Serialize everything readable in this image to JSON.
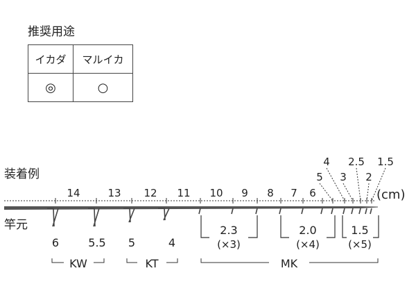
{
  "usage": {
    "title": "推奨用途",
    "columns": [
      "イカダ",
      "マルイカ"
    ],
    "marks": [
      "◎",
      "○"
    ]
  },
  "example": {
    "title": "装着例",
    "butt_label": "竿元",
    "unit": "(cm)",
    "spacings": [
      "14",
      "13",
      "12",
      "11",
      "10",
      "9",
      "8",
      "7",
      "6",
      "5",
      "4",
      "3",
      "2.5",
      "2",
      "1.5"
    ],
    "guide_sizes": [
      "6",
      "5.5",
      "5",
      "4"
    ],
    "groups": [
      {
        "size": "2.3",
        "count": "(×3)"
      },
      {
        "size": "2.0",
        "count": "(×4)"
      },
      {
        "size": "1.5",
        "count": "(×5)"
      }
    ],
    "types": [
      "KW",
      "KT",
      "MK"
    ]
  },
  "colors": {
    "rod": "#555555",
    "line": "#333333",
    "text": "#222222"
  }
}
